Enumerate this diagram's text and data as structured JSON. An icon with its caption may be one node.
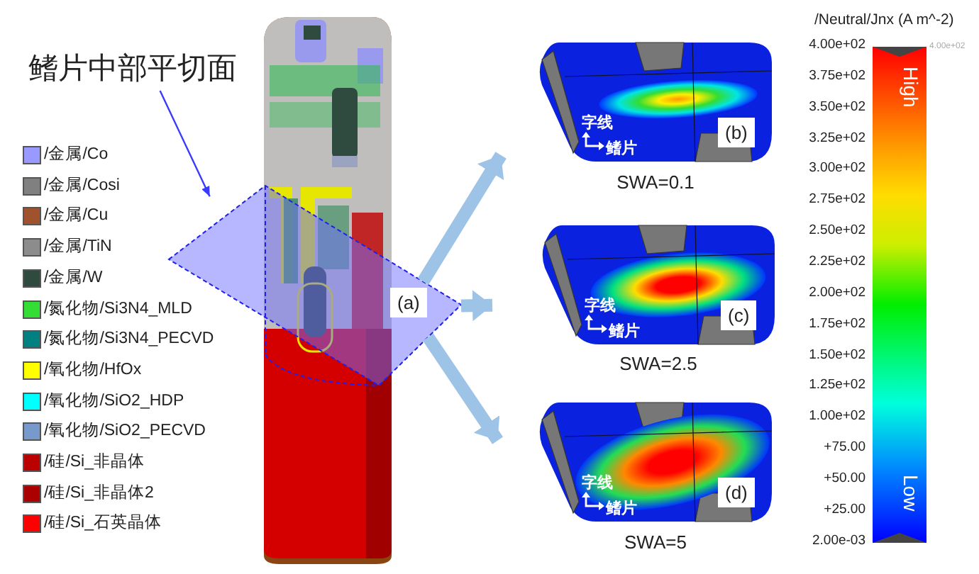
{
  "diagram": {
    "nodes": [
      {
        "text": [
          "鳍片中部平切面"
        ]
      },
      {
        "text": [
          "(a)"
        ]
      },
      {
        "text": [
          "字线",
          "鳍片",
          "(b)"
        ],
        "beside": [
          "SWA=0.1"
        ]
      },
      {
        "text": [
          "字线",
          "鳍片",
          "(c)"
        ],
        "beside": [
          "SWA=2.5"
        ]
      },
      {
        "text": [
          "字线",
          "鳍片",
          "(d)"
        ],
        "beside": [
          "SWA=5"
        ]
      }
    ],
    "edges": [
      {
        "from": 0,
        "to": 1,
        "arrow": "to",
        "color": "#3a3aff"
      },
      {
        "from": 1,
        "to": 2,
        "arrow": "to"
      },
      {
        "from": 1,
        "to": 3,
        "arrow": "to"
      },
      {
        "from": 1,
        "to": 4,
        "arrow": "to"
      }
    ],
    "labels": [
      "/Neutral/Jnx (A m^-2)",
      "4.00e+02",
      "3.75e+02",
      "3.50e+02",
      "3.25e+02",
      "3.00e+02",
      "2.75e+02",
      "2.50e+02",
      "2.25e+02",
      "2.00e+02",
      "1.75e+02",
      "1.50e+02",
      "1.25e+02",
      "1.00e+02",
      "+75.00",
      "+50.00",
      "+25.00",
      "2.00e-03",
      "4.00e+02",
      "High",
      "Low"
    ],
    "legend": [
      {
        "text": "/金属/Co",
        "color": "#9999ff"
      },
      {
        "text": "/金属/Cosi",
        "color": "#808080"
      },
      {
        "text": "/金属/Cu",
        "color": "#a0522d"
      },
      {
        "text": "/金属/TiN",
        "color": "#8c8c8c"
      },
      {
        "text": "/金属/W",
        "color": "#2f4a3f"
      },
      {
        "text": "/氮化物/Si3N4_MLD",
        "color": "#33dd33"
      },
      {
        "text": "/氮化物/Si3N4_PECVD",
        "color": "#008080"
      },
      {
        "text": "/氧化物/HfOx",
        "color": "#ffff00"
      },
      {
        "text": "/氧化物/SiO2_HDP",
        "color": "#00ffff"
      },
      {
        "text": "/氧化物/SiO2_PECVD",
        "color": "#7799cc"
      },
      {
        "text": "/硅/Si_非晶体",
        "color": "#bb0000"
      },
      {
        "text": "/硅/Si_非晶体2",
        "color": "#aa0000"
      },
      {
        "text": "/硅/Si_石英晶体",
        "color": "#ff0000"
      }
    ]
  }
}
